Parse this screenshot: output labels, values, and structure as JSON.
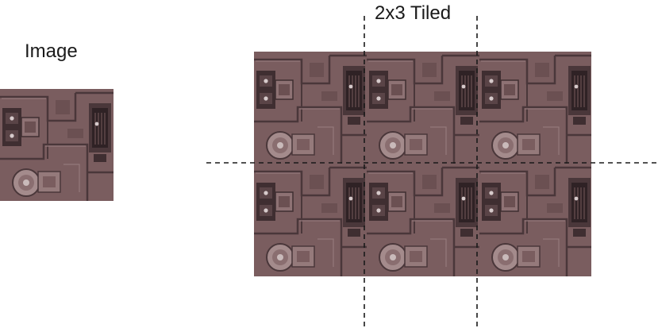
{
  "labels": {
    "source": "Image",
    "tiled": "2x3 Tiled"
  },
  "tiling": {
    "rows": 2,
    "cols": 3
  },
  "colors": {
    "base": "#7a5d5f",
    "light": "#957a7b",
    "dark": "#3f2e31",
    "mid": "#6b5052",
    "chip": "#d6cacb",
    "guide": "#1a1a1a"
  }
}
